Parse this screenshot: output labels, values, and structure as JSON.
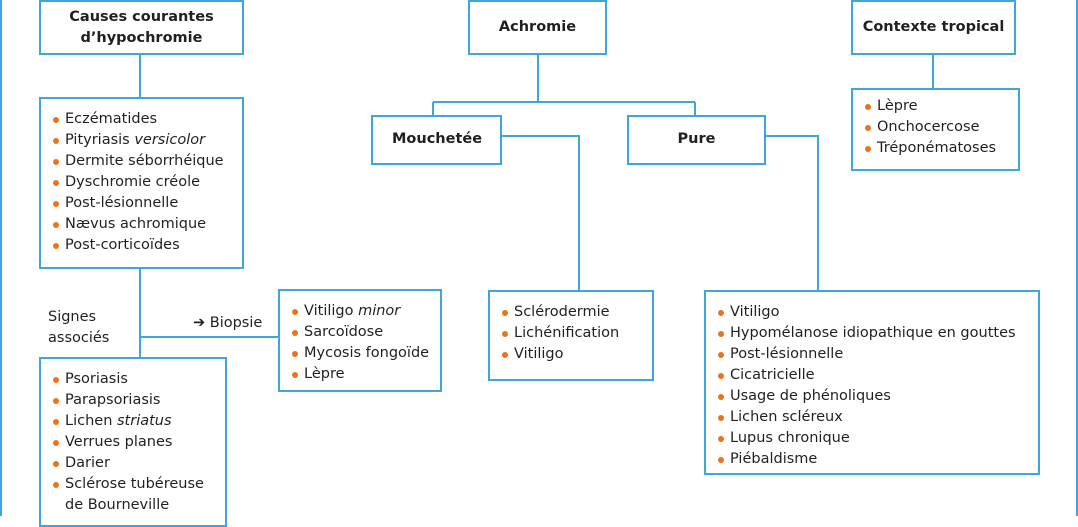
{
  "colors": {
    "border": "#3fa6db",
    "bullet": "#e9741e",
    "text": "#231f20"
  },
  "causes": {
    "title": "Causes courantes d’hypochromie",
    "items": [
      {
        "text": "Eczématides"
      },
      {
        "text": "Pityriasis ",
        "em": "versicolor"
      },
      {
        "text": "Dermite séborrhéique"
      },
      {
        "text": "Dyschromie créole"
      },
      {
        "text": "Post-lésionnelle"
      },
      {
        "text": "Nævus achromique"
      },
      {
        "text": "Post-corticoïdes"
      }
    ]
  },
  "signes": {
    "label": "Signes associés",
    "items": [
      {
        "text": "Psoriasis"
      },
      {
        "text": "Parapsoriasis"
      },
      {
        "text": "Lichen ",
        "em": "striatus"
      },
      {
        "text": "Verrues planes"
      },
      {
        "text": "Darier"
      },
      {
        "text": "Sclérose tubéreuse"
      },
      {
        "text": "de Bourneville",
        "continuation": true
      }
    ]
  },
  "biopsie": {
    "label": "➔ Biopsie",
    "items": [
      {
        "text": "Vitiligo ",
        "em": "minor"
      },
      {
        "text": "Sarcoïdose"
      },
      {
        "text": "Mycosis fongoïde"
      },
      {
        "text": "Lèpre"
      }
    ]
  },
  "achromie": {
    "title": "Achromie",
    "mouchetee": {
      "title": "Mouchetée",
      "items": [
        {
          "text": "Sclérodermie"
        },
        {
          "text": "Lichénification"
        },
        {
          "text": "Vitiligo"
        }
      ]
    },
    "pure": {
      "title": "Pure",
      "items": [
        {
          "text": "Vitiligo"
        },
        {
          "text": "Hypomélanose idiopathique en gouttes"
        },
        {
          "text": "Post-lésionnelle"
        },
        {
          "text": "Cicatricielle"
        },
        {
          "text": "Usage de phénoliques"
        },
        {
          "text": "Lichen scléreux"
        },
        {
          "text": "Lupus chronique"
        },
        {
          "text": "Piébaldisme"
        }
      ]
    }
  },
  "tropical": {
    "title": "Contexte tropical",
    "items": [
      {
        "text": "Lèpre"
      },
      {
        "text": "Onchocercose"
      },
      {
        "text": "Tréponématoses"
      }
    ]
  }
}
